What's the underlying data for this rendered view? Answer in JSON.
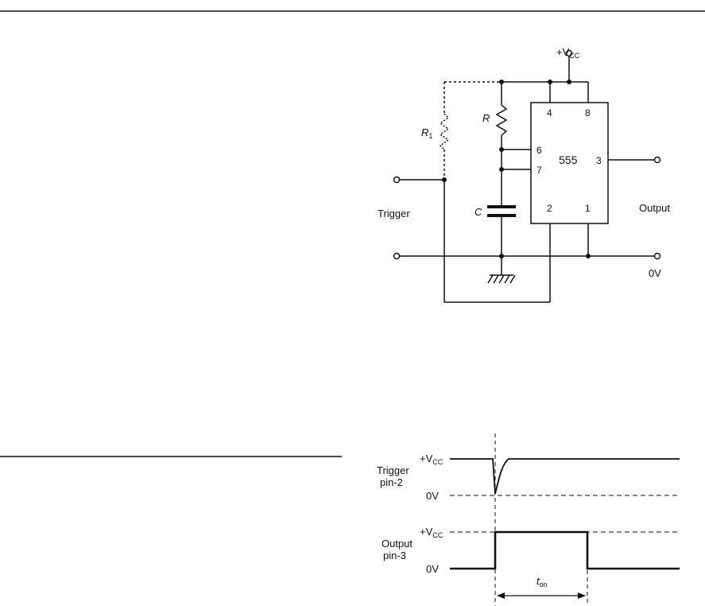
{
  "colors": {
    "ink": "#111111",
    "rule": "#111111",
    "background": "#ffffff"
  },
  "circuit": {
    "supply_label_prefix": "+V",
    "supply_label_sub": "CC",
    "resistor_label": "R",
    "trigger_resistor_label": "R",
    "trigger_resistor_sub": "1",
    "capacitor_label": "C",
    "ic_label": "555",
    "pins": {
      "p4": "4",
      "p8": "8",
      "p6": "6",
      "p7": "7",
      "p3": "3",
      "p2": "2",
      "p1": "1"
    },
    "trigger_label": "Trigger",
    "output_label": "Output",
    "ground_label": "0V"
  },
  "timing": {
    "trigger_row_label_line1": "Trigger",
    "trigger_row_label_line2": "pin-2",
    "output_row_label_line1": "Output",
    "output_row_label_line2": "pin-3",
    "vcc_prefix": "+V",
    "vcc_sub": "CC",
    "zero_label": "0V",
    "pulse_width_label": "t",
    "pulse_width_sub": "on"
  }
}
